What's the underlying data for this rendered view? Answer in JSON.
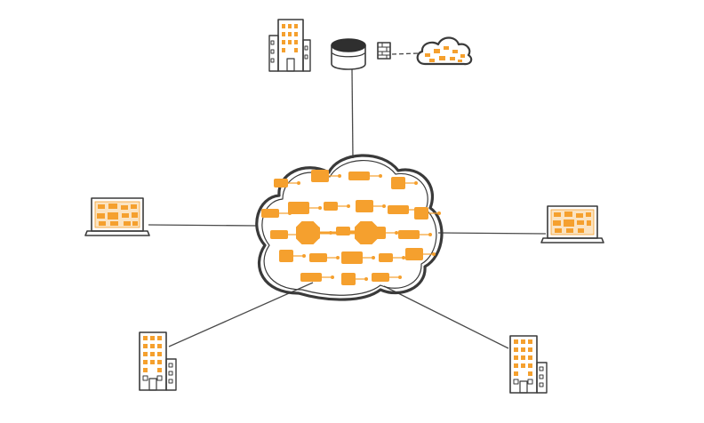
{
  "diagram": {
    "nodes": [
      {
        "id": "central-network-cloud",
        "kind": "network-cloud-icon"
      },
      {
        "id": "office-building-top",
        "kind": "office-building-icon"
      },
      {
        "id": "database",
        "kind": "database-icon"
      },
      {
        "id": "firewall",
        "kind": "firewall-icon"
      },
      {
        "id": "external-cloud",
        "kind": "cloud-icon"
      },
      {
        "id": "laptop-left",
        "kind": "laptop-icon"
      },
      {
        "id": "laptop-right",
        "kind": "laptop-icon"
      },
      {
        "id": "office-building-bottom-left",
        "kind": "office-building-icon"
      },
      {
        "id": "office-building-bottom-right",
        "kind": "office-building-icon"
      }
    ],
    "edges": [
      {
        "from": "database",
        "to": "central-network-cloud"
      },
      {
        "from": "firewall",
        "to": "external-cloud"
      },
      {
        "from": "laptop-left",
        "to": "central-network-cloud"
      },
      {
        "from": "laptop-right",
        "to": "central-network-cloud"
      },
      {
        "from": "office-building-bottom-left",
        "to": "central-network-cloud"
      },
      {
        "from": "office-building-bottom-right",
        "to": "central-network-cloud"
      }
    ],
    "colors": {
      "accent": "#f5a02e",
      "ink": "#3a3a3a",
      "background": "#ffffff"
    }
  }
}
